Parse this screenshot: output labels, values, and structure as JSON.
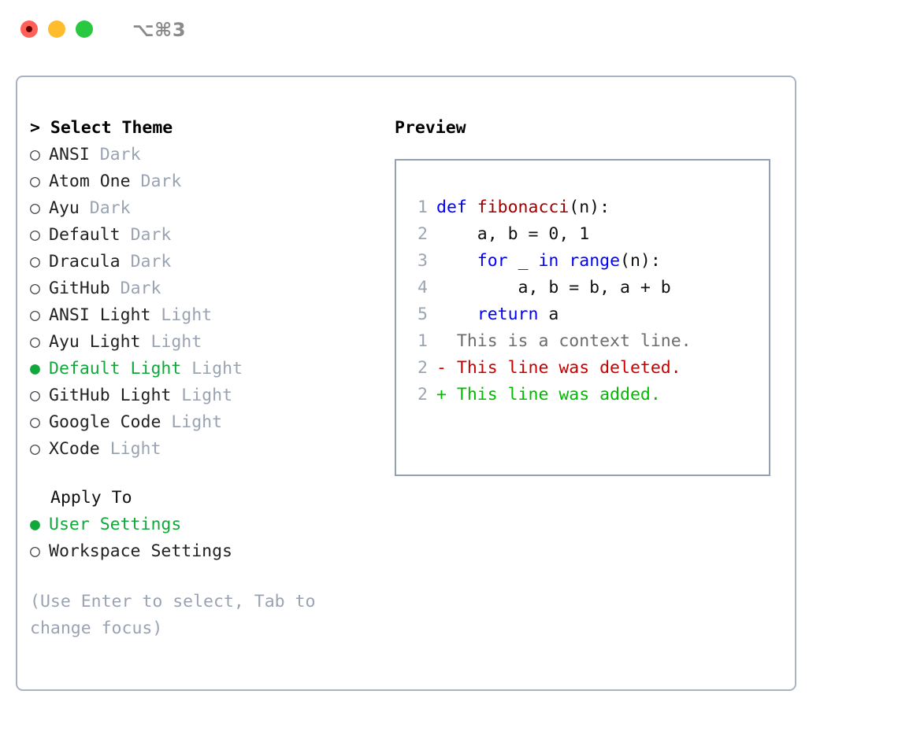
{
  "window": {
    "shortcut_label": "⌥⌘3",
    "traffic_lights": [
      {
        "name": "close",
        "color": "#ff6159"
      },
      {
        "name": "minimize",
        "color": "#ffbd2e"
      },
      {
        "name": "zoom",
        "color": "#28c840"
      }
    ]
  },
  "theme_picker": {
    "header_prefix": "> ",
    "header_label": "Select Theme",
    "marker_selected": "●",
    "marker_unselected": "○",
    "items": [
      {
        "name": "ANSI",
        "category": "Dark",
        "selected": false
      },
      {
        "name": "Atom One",
        "category": "Dark",
        "selected": false
      },
      {
        "name": "Ayu",
        "category": "Dark",
        "selected": false
      },
      {
        "name": "Default",
        "category": "Dark",
        "selected": false
      },
      {
        "name": "Dracula",
        "category": "Dark",
        "selected": false
      },
      {
        "name": "GitHub",
        "category": "Dark",
        "selected": false
      },
      {
        "name": "ANSI Light",
        "category": "Light",
        "selected": false
      },
      {
        "name": "Ayu Light",
        "category": "Light",
        "selected": false
      },
      {
        "name": "Default Light",
        "category": "Light",
        "selected": true
      },
      {
        "name": "GitHub Light",
        "category": "Light",
        "selected": false
      },
      {
        "name": "Google Code",
        "category": "Light",
        "selected": false
      },
      {
        "name": "XCode",
        "category": "Light",
        "selected": false
      }
    ]
  },
  "apply_to": {
    "header_label": "Apply To",
    "items": [
      {
        "name": "User Settings",
        "selected": true
      },
      {
        "name": "Workspace Settings",
        "selected": false
      }
    ]
  },
  "hint": {
    "text": "(Use Enter to select, Tab to change focus)"
  },
  "preview": {
    "title": "Preview",
    "code_lines": [
      {
        "num": "1",
        "tokens": [
          {
            "t": "def ",
            "c": "kw"
          },
          {
            "t": "fibonacci",
            "c": "fn"
          },
          {
            "t": "(n):",
            "c": "plain"
          }
        ]
      },
      {
        "num": "2",
        "tokens": [
          {
            "t": "    a, b = 0, 1",
            "c": "plain"
          }
        ]
      },
      {
        "num": "3",
        "tokens": [
          {
            "t": "    ",
            "c": "plain"
          },
          {
            "t": "for",
            "c": "kw"
          },
          {
            "t": " _ ",
            "c": "plain"
          },
          {
            "t": "in ",
            "c": "kw"
          },
          {
            "t": "range",
            "c": "kw"
          },
          {
            "t": "(n):",
            "c": "plain"
          }
        ]
      },
      {
        "num": "4",
        "tokens": [
          {
            "t": "        a, b = b, a + b",
            "c": "plain"
          }
        ]
      },
      {
        "num": "5",
        "tokens": [
          {
            "t": "    ",
            "c": "plain"
          },
          {
            "t": "return",
            "c": "kw"
          },
          {
            "t": " a",
            "c": "plain"
          }
        ]
      }
    ],
    "diff_lines": [
      {
        "num": "1",
        "sign": "  ",
        "text": "This is a context line.",
        "kind": "ctx"
      },
      {
        "num": "2",
        "sign": "- ",
        "text": "This line was deleted.",
        "kind": "del"
      },
      {
        "num": "2",
        "sign": "+ ",
        "text": "This line was added.",
        "kind": "add"
      }
    ]
  },
  "colors": {
    "accent_green": "#11a83b",
    "muted": "#9aa3b2",
    "border": "#aab3c1",
    "preview_border": "#93a0b2",
    "keyword": "#0000ff",
    "function": "#a00000",
    "diff_deleted": "#c80000",
    "diff_added": "#00bb00"
  }
}
